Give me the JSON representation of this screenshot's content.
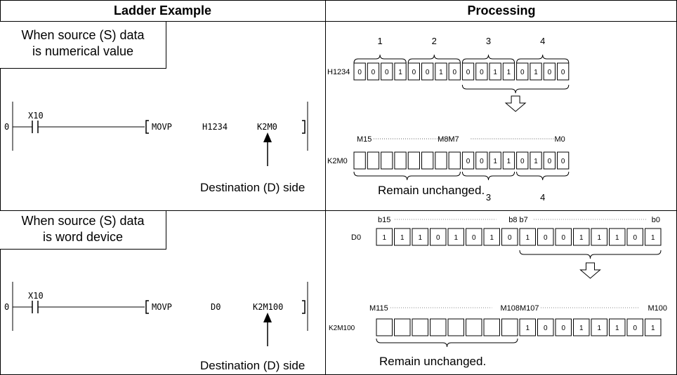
{
  "headers": {
    "ladder": "Ladder Example",
    "processing": "Processing"
  },
  "section1": {
    "label_line1": "When source (S) data",
    "label_line2": "is numerical value",
    "step": "0",
    "contact": "X10",
    "instruction": "MOVP",
    "source": "H1234",
    "dest": "K2M0",
    "destination_note": "Destination (D) side",
    "proc": {
      "group_labels": [
        "1",
        "2",
        "3",
        "4"
      ],
      "src_name": "H1234",
      "src_bits": [
        "0",
        "0",
        "0",
        "1",
        "0",
        "0",
        "1",
        "0",
        "0",
        "0",
        "1",
        "1",
        "0",
        "1",
        "0",
        "0"
      ],
      "bit_hi": "M15",
      "bit_mid": "M8M7",
      "bit_lo": "M0",
      "dst_name": "K2M0",
      "dst_bits": [
        "0",
        "0",
        "1",
        "1",
        "0",
        "1",
        "0",
        "0"
      ],
      "remain": "Remain unchanged.",
      "dst_group_labels": [
        "3",
        "4"
      ]
    }
  },
  "section2": {
    "label_line1": "When source (S) data",
    "label_line2": "is word device",
    "step": "0",
    "contact": "X10",
    "instruction": "MOVP",
    "source": "D0",
    "dest": "K2M100",
    "destination_note": "Destination (D) side",
    "proc": {
      "bit_hi": "b15",
      "bit_mid": "b8 b7",
      "bit_lo": "b0",
      "src_name": "D0",
      "src_bits": [
        "1",
        "1",
        "1",
        "0",
        "1",
        "0",
        "1",
        "0",
        "1",
        "0",
        "0",
        "1",
        "1",
        "1",
        "0",
        "1"
      ],
      "dbit_hi": "M115",
      "dbit_mid": "M108M107",
      "dbit_lo": "M100",
      "dst_name": "K2M100",
      "dst_bits": [
        "1",
        "0",
        "0",
        "1",
        "1",
        "1",
        "0",
        "1"
      ],
      "remain": "Remain unchanged."
    }
  }
}
